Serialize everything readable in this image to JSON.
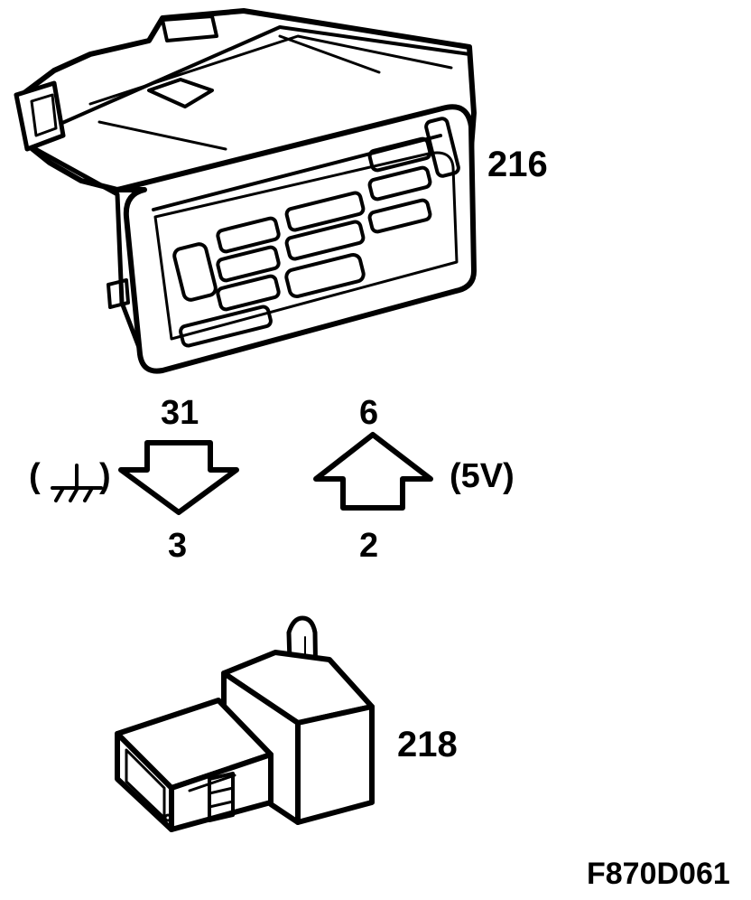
{
  "components": {
    "control_panel": {
      "callout": "216"
    },
    "sensor": {
      "callout": "218"
    }
  },
  "connections": {
    "ground": {
      "top_pin": "31",
      "bottom_pin": "3",
      "open_paren": "(",
      "close_paren": ")",
      "icon": "ground-symbol-icon"
    },
    "supply": {
      "top_pin": "6",
      "bottom_pin": "2",
      "value": "(5V)",
      "icon": "arrow-up-icon"
    }
  },
  "figure_id": "F870D061",
  "colors": {
    "ink": "#000000",
    "paper": "#ffffff"
  }
}
